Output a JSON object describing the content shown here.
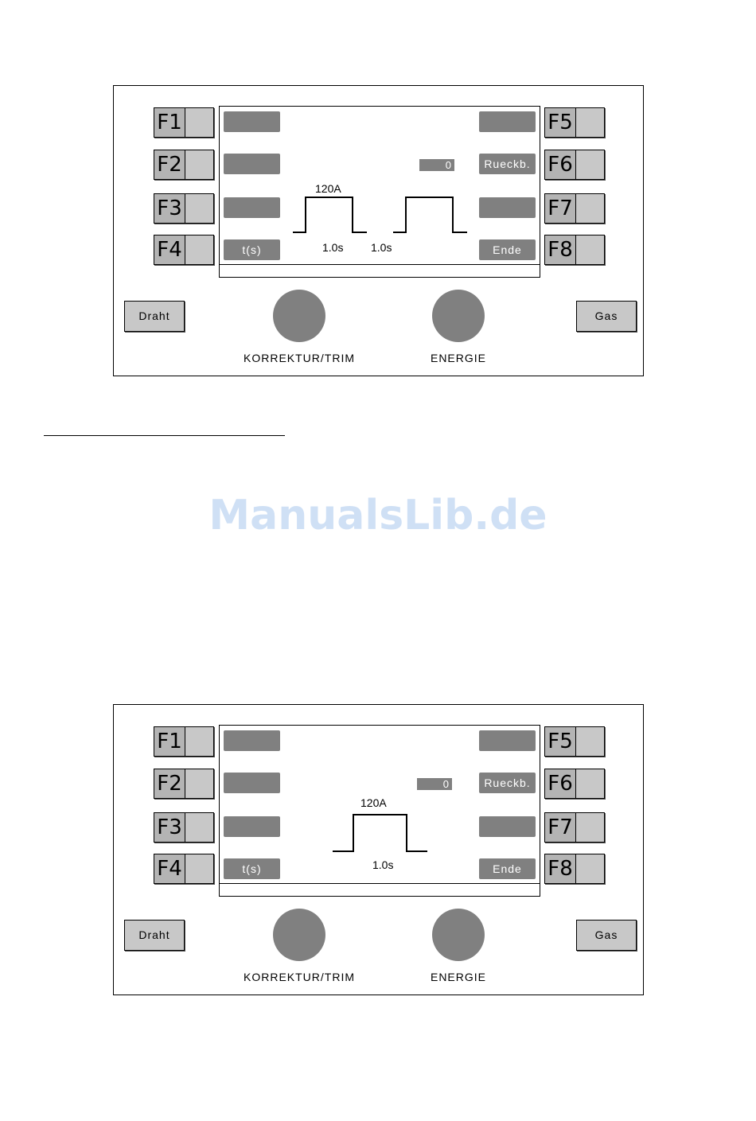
{
  "panels": [
    {
      "fkeys_left": [
        "F1",
        "F2",
        "F3",
        "F4"
      ],
      "fkeys_right": [
        "F5",
        "F6",
        "F7",
        "F8"
      ],
      "softkeys_left": [
        "",
        "",
        "",
        "t(s)"
      ],
      "softkeys_right": [
        "",
        "Rueckb.",
        "",
        "Ende"
      ],
      "value": "0",
      "current": "120A",
      "pulse_count": 2,
      "times": [
        "1.0s",
        "1.0s"
      ],
      "button_left": "Draht",
      "button_right": "Gas",
      "knob_left_label": "KORREKTUR/TRIM",
      "knob_right_label": "ENERGIE"
    },
    {
      "fkeys_left": [
        "F1",
        "F2",
        "F3",
        "F4"
      ],
      "fkeys_right": [
        "F5",
        "F6",
        "F7",
        "F8"
      ],
      "softkeys_left": [
        "",
        "",
        "",
        "t(s)"
      ],
      "softkeys_right": [
        "",
        "Rueckb.",
        "",
        "Ende"
      ],
      "value": "0",
      "current": "120A",
      "pulse_count": 1,
      "times": [
        "1.0s"
      ],
      "button_left": "Draht",
      "button_right": "Gas",
      "knob_left_label": "KORREKTUR/TRIM",
      "knob_right_label": "ENERGIE"
    }
  ],
  "watermark": "ManualsLib.de"
}
